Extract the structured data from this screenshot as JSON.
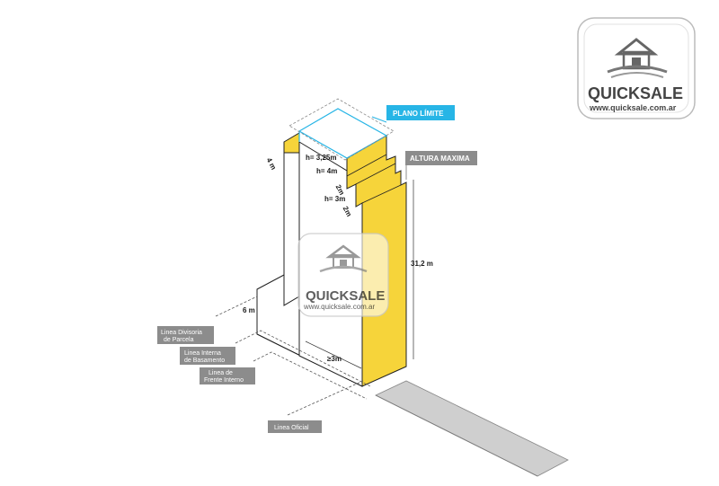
{
  "logo_corner": {
    "brand": "QUICKSALE",
    "url": "www.quicksale.com.ar"
  },
  "logo_watermark": {
    "brand": "QUICKSALE",
    "url": "www.quicksale.com.ar"
  },
  "callouts": {
    "plano_limite": "PLANO LÍMITE",
    "altura_maxima": "ALTURA MAXIMA"
  },
  "dimensions": {
    "left_top": "4 m",
    "h1": "h= 3,25m",
    "h2": "h= 4m",
    "step_a": "2m",
    "h3": "h= 3m",
    "step_b": "2m",
    "height": "31,2 m",
    "base_depth": "6 m",
    "front_min": "≥3m"
  },
  "tags": {
    "divisoria": [
      "Linea Divisoria",
      "de Parcela"
    ],
    "basamento": [
      "Linea Interna",
      "de Basamento"
    ],
    "frente": [
      "Linea de",
      "Frente Interno"
    ],
    "oficial": "Linea Oficial"
  },
  "colors": {
    "yellow": "#f6d43a",
    "cyan": "#27b5e6",
    "tag_gray": "#8c8c8c",
    "sidewalk": "#cfcfcf"
  }
}
